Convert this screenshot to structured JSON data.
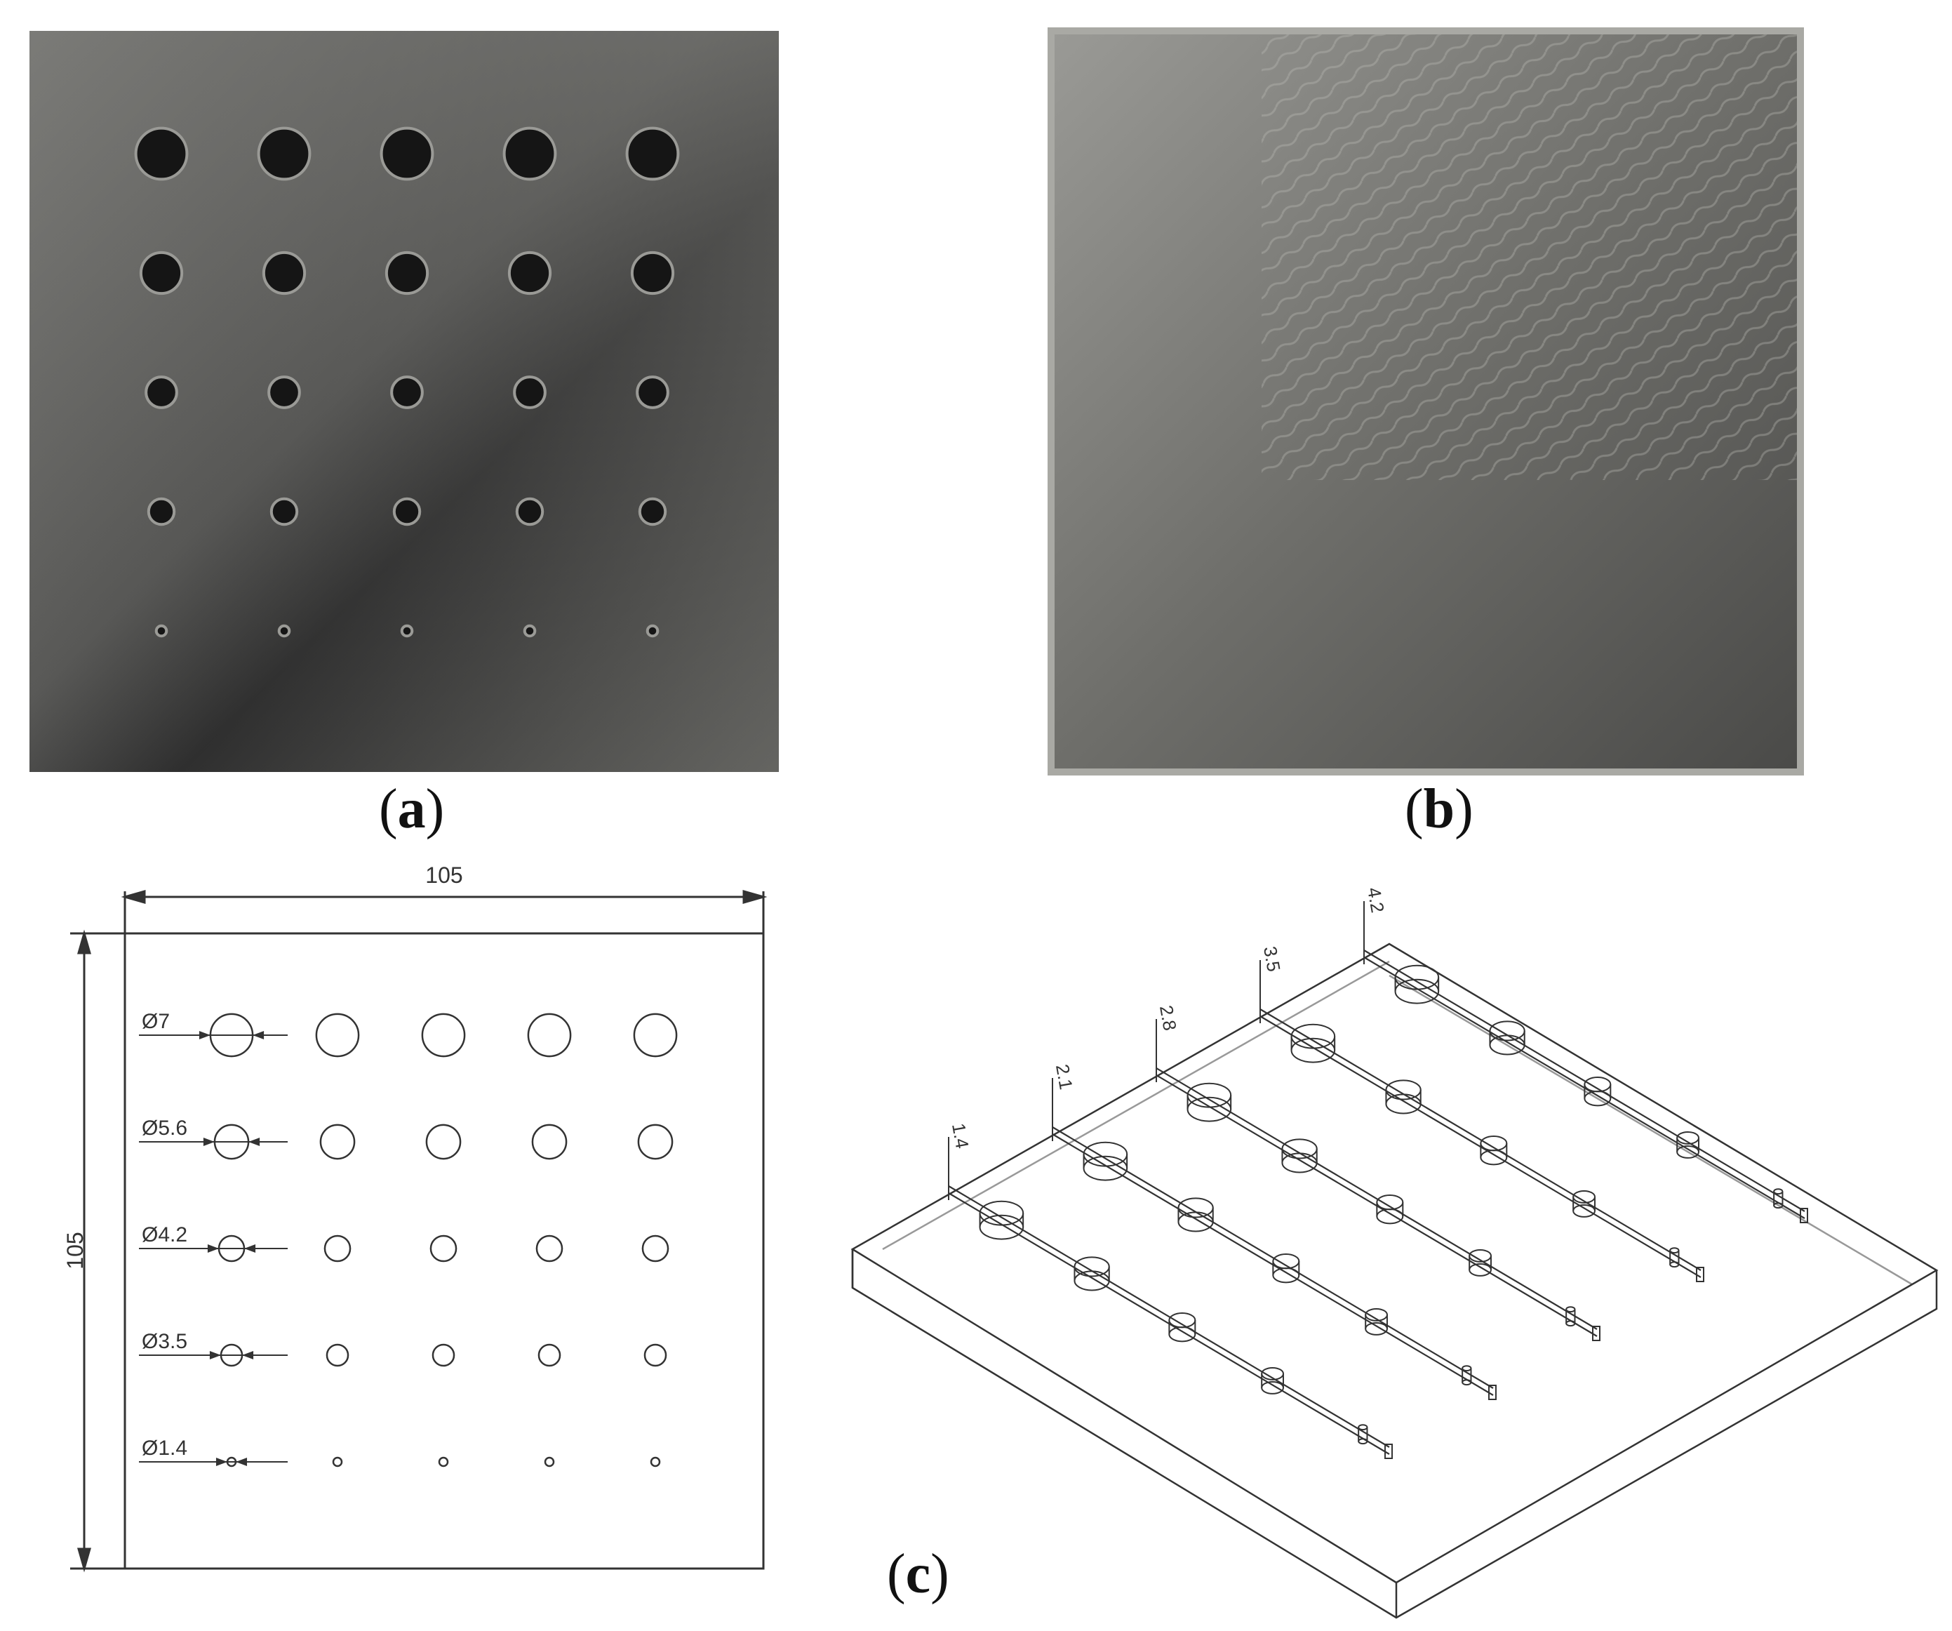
{
  "figure": {
    "panels": [
      {
        "id": "a",
        "label": "a",
        "content": "photo of printed plate with 5x5 hole array"
      },
      {
        "id": "b",
        "label": "b",
        "content": "photo of printed plate, opposite face"
      },
      {
        "id": "c",
        "label": "c",
        "content": "technical drawing and isometric view"
      }
    ]
  },
  "drawing": {
    "width_dim": "105",
    "height_dim": "105",
    "rows": [
      {
        "label": "Ø7",
        "diameter": 7
      },
      {
        "label": "Ø5.6",
        "diameter": 5.6
      },
      {
        "label": "Ø4.2",
        "diameter": 4.2
      },
      {
        "label": "Ø3.5",
        "diameter": 3.5
      },
      {
        "label": "Ø1.4",
        "diameter": 1.4
      }
    ],
    "columns": 5
  },
  "isometric": {
    "depth_labels": [
      "1.4",
      "2.1",
      "2.8",
      "3.5",
      "4.2"
    ]
  },
  "colors": {
    "plate_dark": "#3c3c3c",
    "plate_mid": "#6e6e6e",
    "plate_light": "#8a8a8a",
    "line": "#333333"
  }
}
